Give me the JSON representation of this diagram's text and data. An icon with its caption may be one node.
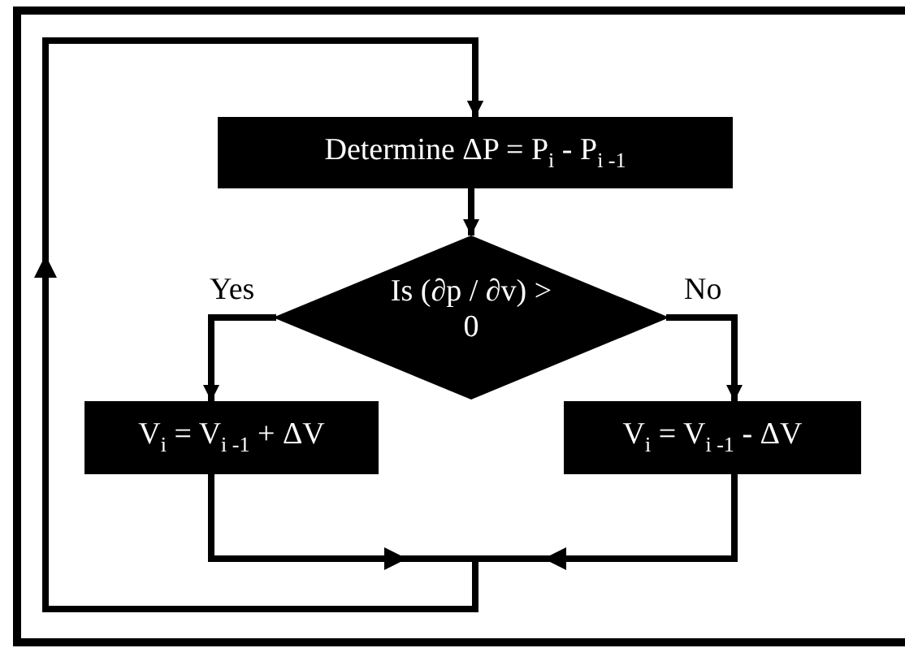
{
  "diagram": {
    "nodes": [
      {
        "text": [
          "Determine ΔP = P$_{i}$ - P$_{i -1}$"
        ]
      },
      {
        "text": [
          "Is (∂p / ∂v) > 0"
        ]
      },
      {
        "text": [
          "V$_{i}$ = V$_{i -1}$ + ΔV"
        ]
      },
      {
        "text": [
          "V$_{i}$ = V$_{i -1}$ - ΔV"
        ]
      }
    ],
    "edges": [
      {
        "from": 0,
        "to": 1,
        "arrow": "to"
      },
      {
        "from": 1,
        "to": 2,
        "arrow": "to",
        "label": "Yes"
      },
      {
        "from": 1,
        "to": 3,
        "arrow": "to",
        "label": "No"
      },
      {
        "from": 2,
        "to": 0,
        "arrow": "to"
      },
      {
        "from": 3,
        "to": 0,
        "arrow": "to"
      }
    ]
  }
}
